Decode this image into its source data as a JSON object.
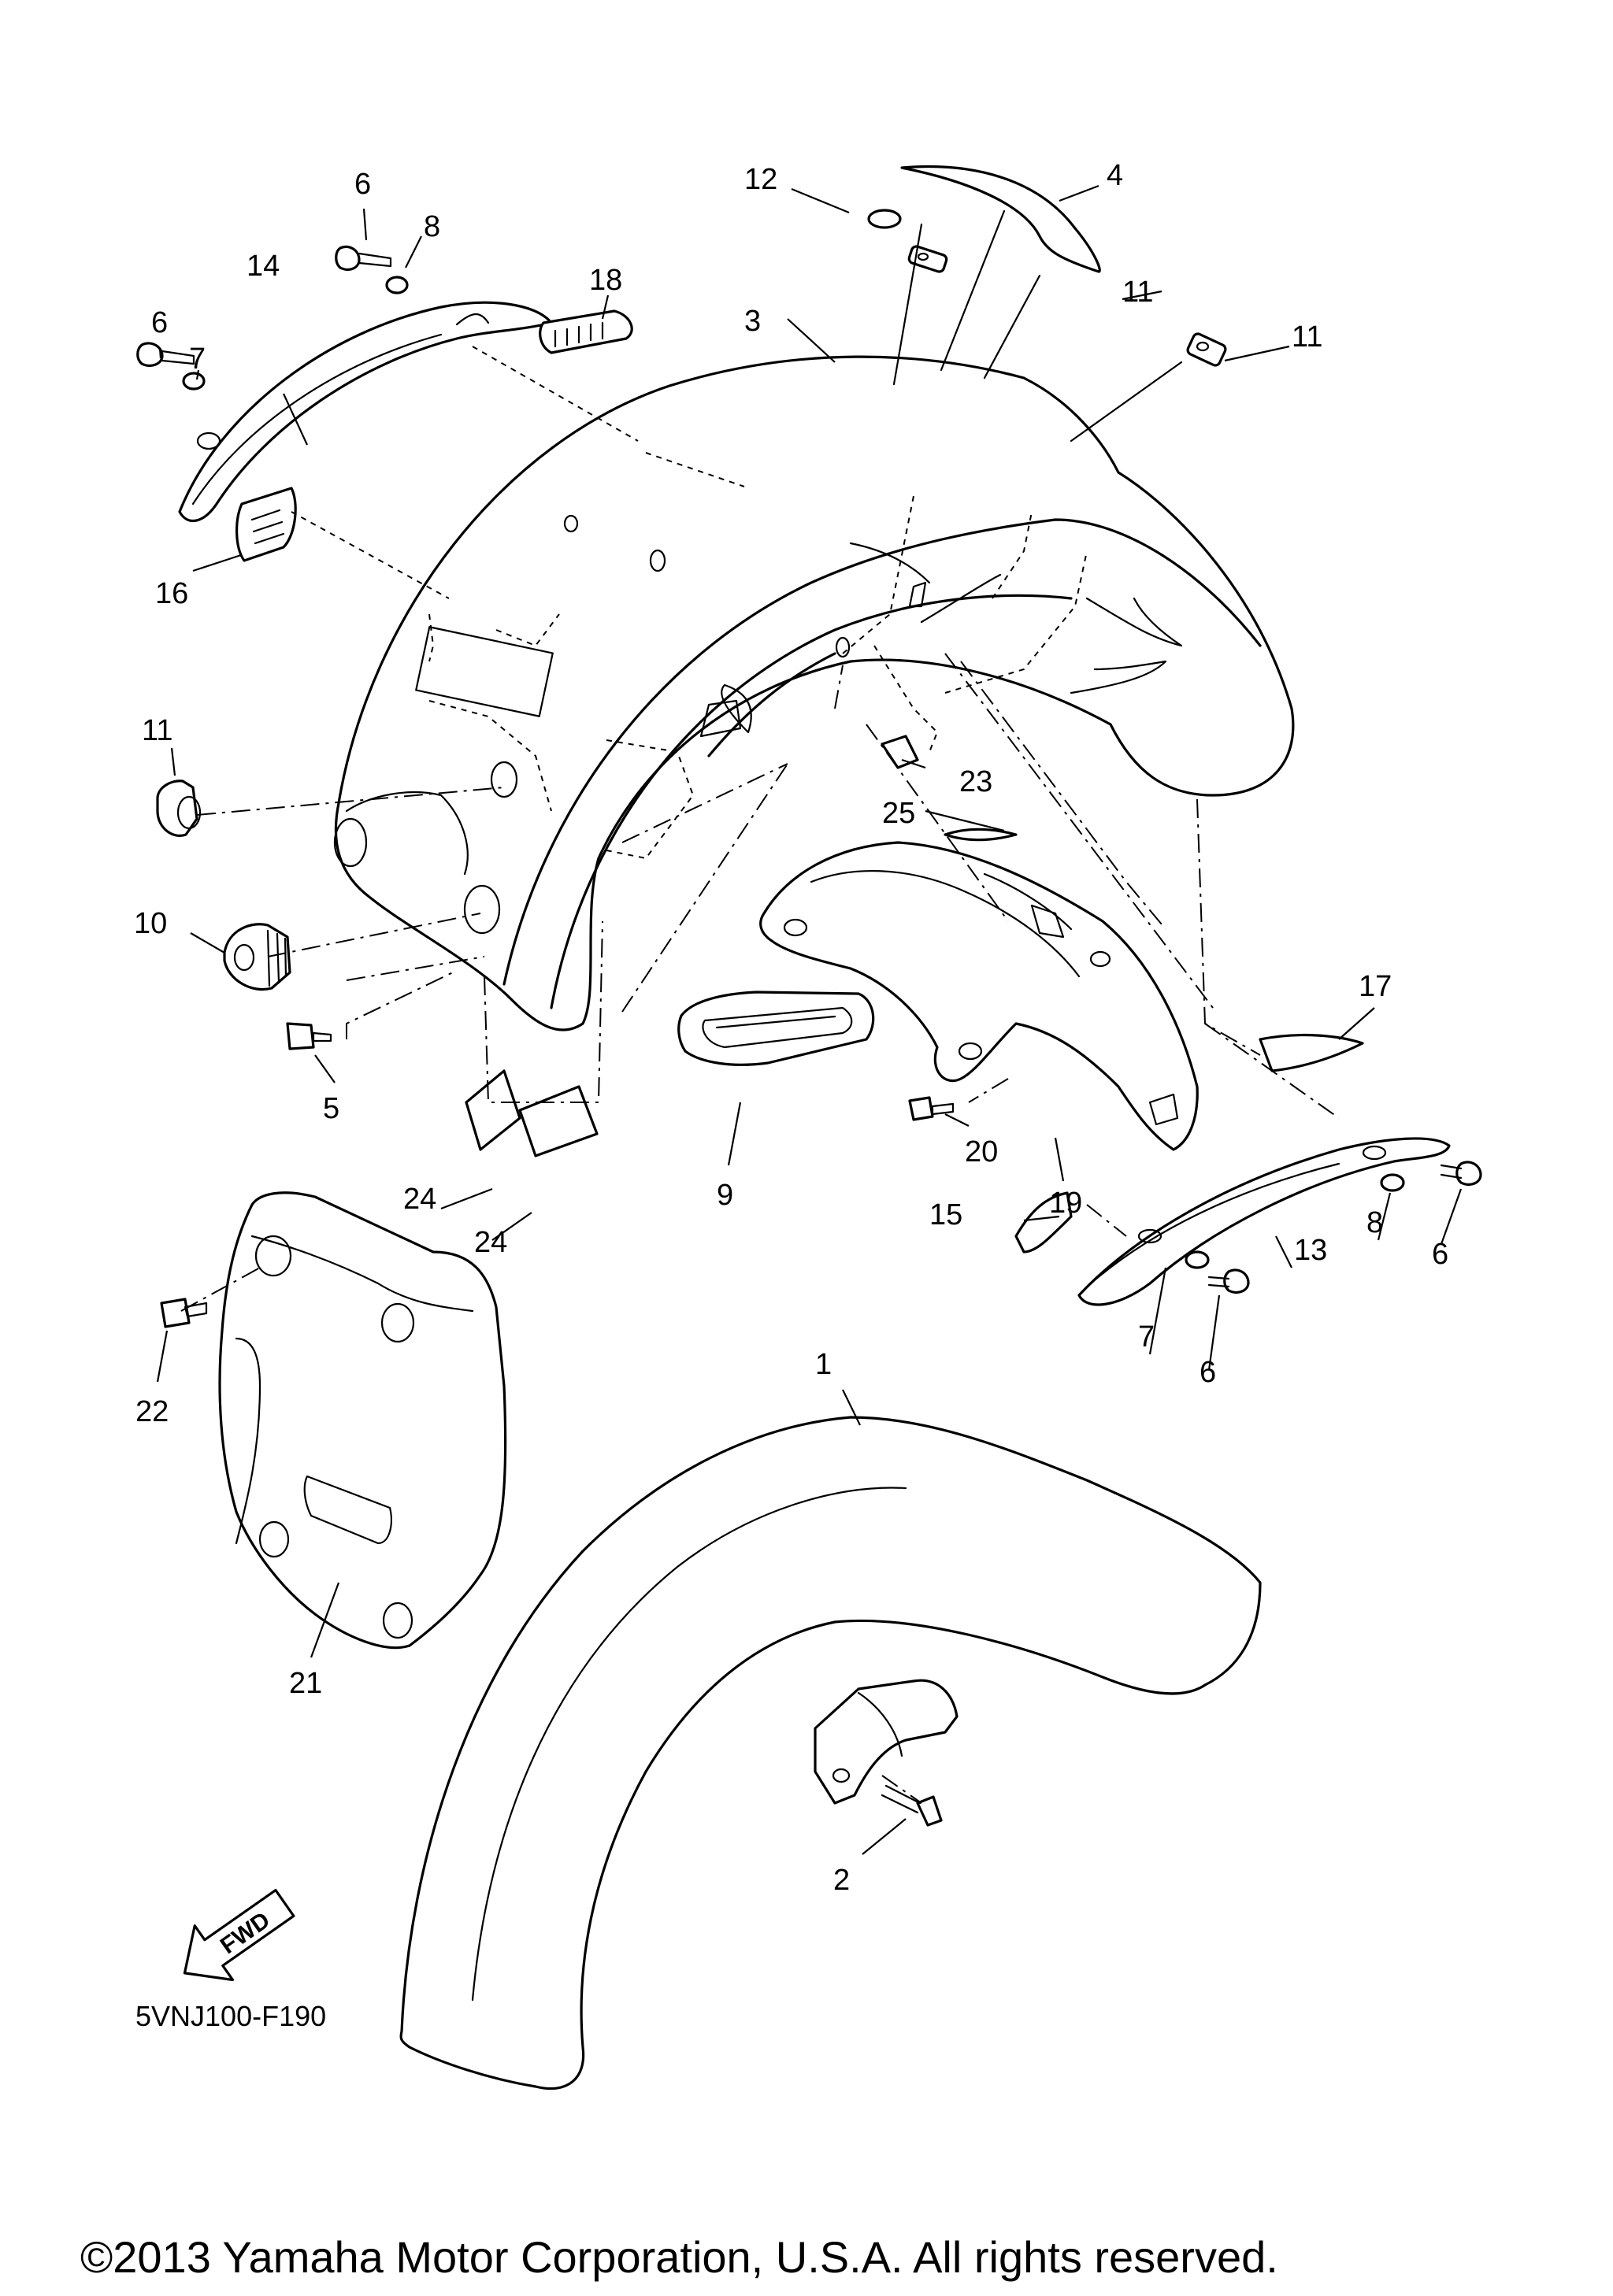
{
  "diagram": {
    "drawing_code": "5VNJ100-F190",
    "direction_label": "FWD",
    "copyright": "©2013 Yamaha Motor Corporation, U.S.A. All rights reserved.",
    "callouts": [
      {
        "id": "c1",
        "label": "1"
      },
      {
        "id": "c2",
        "label": "2"
      },
      {
        "id": "c3",
        "label": "3"
      },
      {
        "id": "c4",
        "label": "4"
      },
      {
        "id": "c5",
        "label": "5"
      },
      {
        "id": "c6a",
        "label": "6"
      },
      {
        "id": "c6b",
        "label": "6"
      },
      {
        "id": "c6c",
        "label": "6"
      },
      {
        "id": "c6d",
        "label": "6"
      },
      {
        "id": "c7a",
        "label": "7"
      },
      {
        "id": "c7b",
        "label": "7"
      },
      {
        "id": "c8a",
        "label": "8"
      },
      {
        "id": "c8b",
        "label": "8"
      },
      {
        "id": "c9",
        "label": "9"
      },
      {
        "id": "c10",
        "label": "10"
      },
      {
        "id": "c11a",
        "label": "11"
      },
      {
        "id": "c11b",
        "label": "11"
      },
      {
        "id": "c11c",
        "label": "11"
      },
      {
        "id": "c12",
        "label": "12"
      },
      {
        "id": "c13",
        "label": "13"
      },
      {
        "id": "c14",
        "label": "14"
      },
      {
        "id": "c15",
        "label": "15"
      },
      {
        "id": "c16",
        "label": "16"
      },
      {
        "id": "c17",
        "label": "17"
      },
      {
        "id": "c18",
        "label": "18"
      },
      {
        "id": "c19",
        "label": "19"
      },
      {
        "id": "c20",
        "label": "20"
      },
      {
        "id": "c21",
        "label": "21"
      },
      {
        "id": "c22",
        "label": "22"
      },
      {
        "id": "c23",
        "label": "23"
      },
      {
        "id": "c24a",
        "label": "24"
      },
      {
        "id": "c24b",
        "label": "24"
      },
      {
        "id": "c25",
        "label": "25"
      }
    ]
  }
}
